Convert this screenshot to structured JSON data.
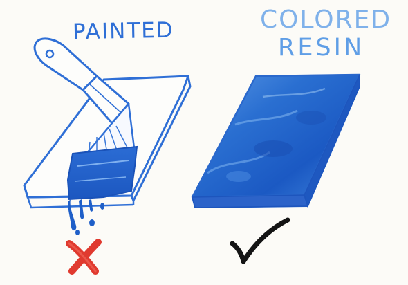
{
  "left_item": {
    "label": "PAINTED",
    "verdict_icon": "red-cross-icon"
  },
  "right_item": {
    "label_line1": "COLORED",
    "label_line2": "RESIN",
    "verdict_icon": "black-checkmark-icon"
  },
  "colors": {
    "ink_blue": "#2f6fd6",
    "resin_blue": "#2b6fd0",
    "cross_red": "#e03a2f",
    "check_black": "#141414"
  }
}
